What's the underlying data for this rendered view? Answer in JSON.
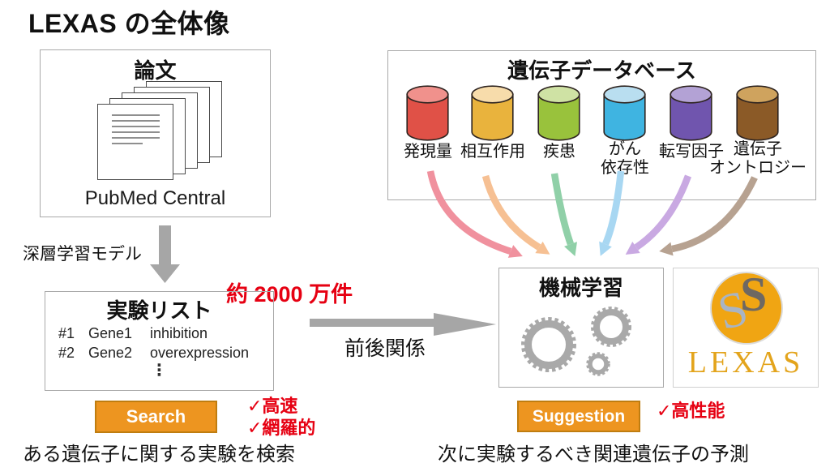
{
  "title": "LEXAS の全体像",
  "colors": {
    "accent_red": "#e60012",
    "button_bg": "#ed9520",
    "button_border": "#bf7d10",
    "button_text": "#ffffff",
    "arrow_gray": "#a6a6a6",
    "gear_gray": "#a9a9a9",
    "logo_circle": "#f0a513",
    "logo_wordmark": "#e3a41c",
    "logo_s_front": "#6e6862",
    "logo_s_back": "#a9b4c4"
  },
  "papers_box": {
    "title": "論文",
    "source": "PubMed Central"
  },
  "deep_learning_label": "深層学習モデル",
  "count_label": "約 2000 万件",
  "experiment_box": {
    "title": "実験リスト",
    "rows": [
      {
        "num": "#1",
        "gene": "Gene1",
        "perturbation": "inhibition"
      },
      {
        "num": "#2",
        "gene": "Gene2",
        "perturbation": "overexpression"
      }
    ],
    "ellipsis": "⋮"
  },
  "context_label": "前後関係",
  "database_box": {
    "title": "遺伝子データベース",
    "databases": [
      {
        "label_lines": [
          "発現量"
        ],
        "body_color": "#e05147",
        "top_color": "#f0918c",
        "arrow_color": "#f0919e"
      },
      {
        "label_lines": [
          "相互作用"
        ],
        "body_color": "#e9b33d",
        "top_color": "#f7dcab",
        "arrow_color": "#f6c093"
      },
      {
        "label_lines": [
          "疾患"
        ],
        "body_color": "#99c23c",
        "top_color": "#cfe2a4",
        "arrow_color": "#90d0a8"
      },
      {
        "label_lines": [
          "がん",
          "依存性"
        ],
        "body_color": "#3fb4e1",
        "top_color": "#b9def0",
        "arrow_color": "#a8d7f2"
      },
      {
        "label_lines": [
          "転写因子"
        ],
        "body_color": "#7055ae",
        "top_color": "#b3a2d5",
        "arrow_color": "#c9a9e2"
      },
      {
        "label_lines": [
          "遺伝子",
          "オントロジー"
        ],
        "body_color": "#8b5a27",
        "top_color": "#cfa35e",
        "arrow_color": "#b7a291"
      }
    ]
  },
  "ml_box": {
    "title": "機械学習"
  },
  "logo": {
    "monogram": "S",
    "wordmark": "LEXAS"
  },
  "search": {
    "button_label": "Search",
    "checks": [
      "✓高速",
      "✓網羅的"
    ],
    "caption": "ある遺伝子に関する実験を検索"
  },
  "suggestion": {
    "button_label": "Suggestion",
    "checks": [
      "✓高性能"
    ],
    "caption": "次に実験するべき関連遺伝子の予測"
  }
}
